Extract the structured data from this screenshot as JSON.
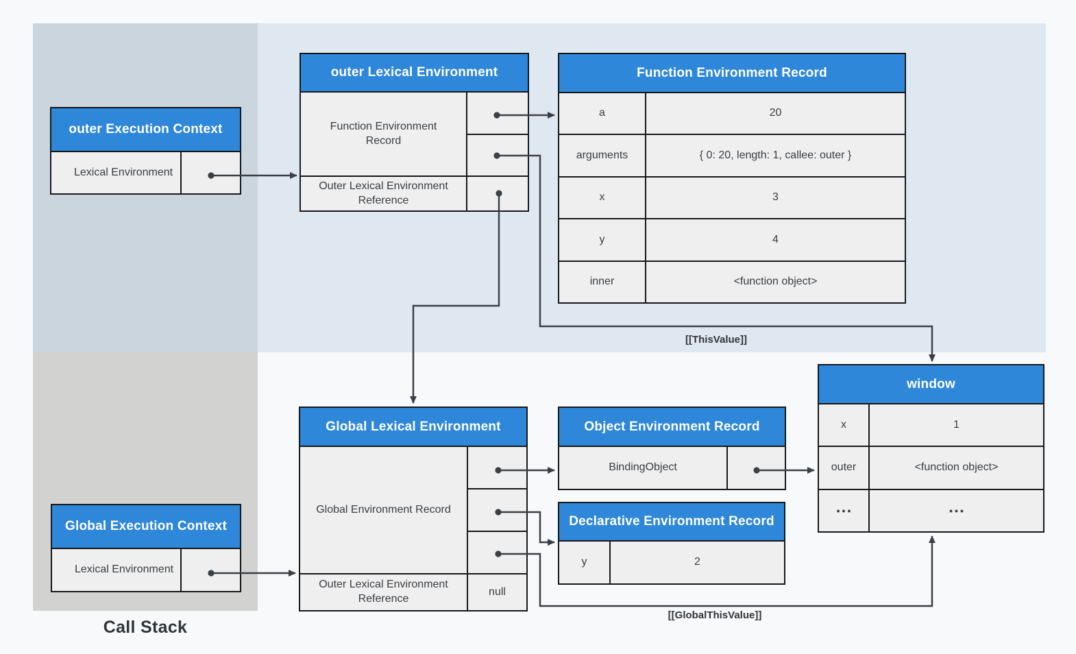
{
  "diagram": {
    "labels": {
      "this_value": "[[ThisValue]]",
      "global_this_value": "[[GlobalThisValue]]",
      "call_stack": "Call Stack"
    },
    "colors": {
      "header_blue": "#2e87d8",
      "band_blue": "#dfe8f1",
      "band_bluegray": "#cbd5de",
      "band_gray": "#d2d2d1",
      "cell_bg": "#efefef",
      "border": "#16181a",
      "arrow": "#3b4046",
      "page_bg": "#f8f9fa"
    },
    "boxes": {
      "outer_execution_context": {
        "title": "outer Execution Context",
        "row_label": "Lexical Environment"
      },
      "outer_lexical_environment": {
        "title": "outer Lexical Environment",
        "record_label": "Function Environment Record",
        "reference_label": "Outer Lexical Environment Reference"
      },
      "function_environment_record": {
        "title": "Function Environment Record",
        "rows": [
          [
            "a",
            "20"
          ],
          [
            "arguments",
            "{ 0: 20, length: 1, callee: outer }"
          ],
          [
            "x",
            "3"
          ],
          [
            "y",
            "4"
          ],
          [
            "inner",
            "<function object>"
          ]
        ]
      },
      "window": {
        "title": "window",
        "rows": [
          [
            "x",
            "1"
          ],
          [
            "outer",
            "<function object>"
          ],
          [
            "•••",
            "•••"
          ]
        ]
      },
      "global_lexical_environment": {
        "title": "Global Lexical Environment",
        "record_label": "Global Environment Record",
        "reference_label": "Outer Lexical Environment Reference",
        "reference_value": "null"
      },
      "object_environment_record": {
        "title": "Object Environment Record",
        "binding_label": "BindingObject"
      },
      "declarative_environment_record": {
        "title": "Declarative Environment Record",
        "rows": [
          [
            "y",
            "2"
          ]
        ]
      },
      "global_execution_context": {
        "title": "Global Execution Context",
        "row_label": "Lexical Environment"
      }
    }
  }
}
